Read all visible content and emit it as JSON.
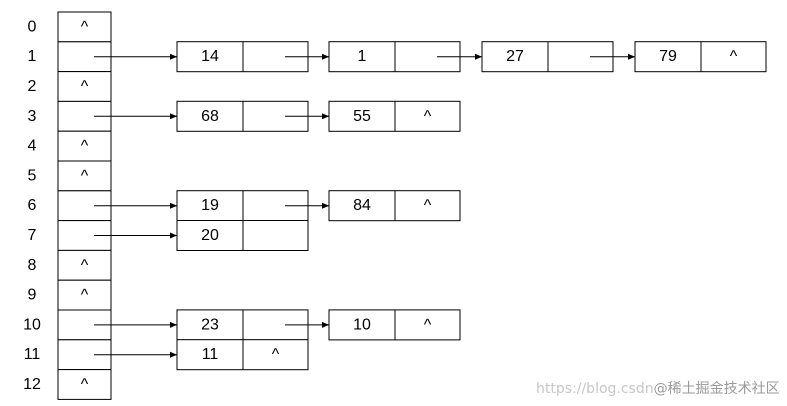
{
  "hash_table": {
    "slots": [
      {
        "index": "0",
        "value": "^"
      },
      {
        "index": "1",
        "value": ""
      },
      {
        "index": "2",
        "value": "^"
      },
      {
        "index": "3",
        "value": ""
      },
      {
        "index": "4",
        "value": "^"
      },
      {
        "index": "5",
        "value": "^"
      },
      {
        "index": "6",
        "value": ""
      },
      {
        "index": "7",
        "value": ""
      },
      {
        "index": "8",
        "value": "^"
      },
      {
        "index": "9",
        "value": "^"
      },
      {
        "index": "10",
        "value": ""
      },
      {
        "index": "11",
        "value": ""
      },
      {
        "index": "12",
        "value": "^"
      }
    ]
  },
  "chains": [
    {
      "slot": "1",
      "nodes": [
        {
          "key": "14",
          "next": ""
        },
        {
          "key": "1",
          "next": ""
        },
        {
          "key": "27",
          "next": ""
        },
        {
          "key": "79",
          "next": "^"
        }
      ]
    },
    {
      "slot": "3",
      "nodes": [
        {
          "key": "68",
          "next": ""
        },
        {
          "key": "55",
          "next": "^"
        }
      ]
    },
    {
      "slot": "6",
      "nodes": [
        {
          "key": "19",
          "next": ""
        },
        {
          "key": "84",
          "next": "^"
        }
      ]
    },
    {
      "slot": "7",
      "nodes": [
        {
          "key": "20",
          "next": ""
        }
      ]
    },
    {
      "slot": "10",
      "nodes": [
        {
          "key": "23",
          "next": ""
        },
        {
          "key": "10",
          "next": "^"
        }
      ]
    },
    {
      "slot": "11",
      "nodes": [
        {
          "key": "11",
          "next": "^"
        }
      ]
    }
  ],
  "watermark": {
    "text": "https://blog.csdn",
    "tail": "@稀土掘金技术社区"
  }
}
